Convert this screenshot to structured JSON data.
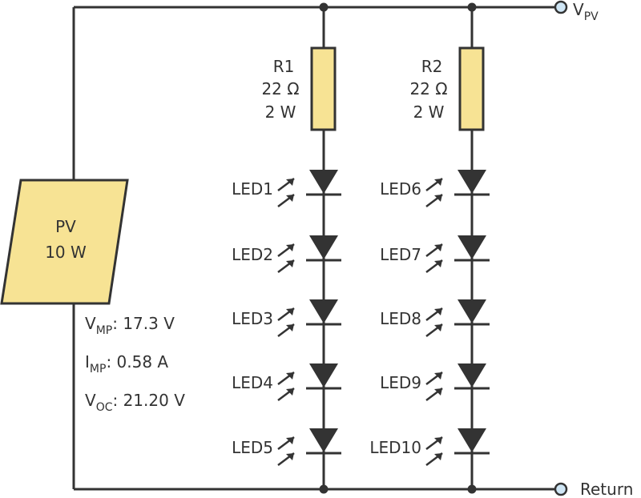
{
  "terminals": {
    "vpv": {
      "main": "V",
      "sub": "PV"
    },
    "return": "Return"
  },
  "pv": {
    "name": "PV",
    "power": "10 W",
    "specs": [
      {
        "main": "V",
        "sub": "MP",
        "value": ": 17.3 V"
      },
      {
        "main": "I",
        "sub": "MP",
        "value": ":  0.58 A"
      },
      {
        "main": "V",
        "sub": "OC",
        "value": ": 21.20 V"
      }
    ]
  },
  "resistors": [
    {
      "name": "R1",
      "resistance": "22 Ω",
      "power": "2 W"
    },
    {
      "name": "R2",
      "resistance": "22 Ω",
      "power": "2 W"
    }
  ],
  "leds": [
    "LED1",
    "LED2",
    "LED3",
    "LED4",
    "LED5",
    "LED6",
    "LED7",
    "LED8",
    "LED9",
    "LED10"
  ],
  "colors": {
    "wire": "#333333",
    "component_fill": "#f7e394",
    "terminal": "#cfe6f5"
  }
}
